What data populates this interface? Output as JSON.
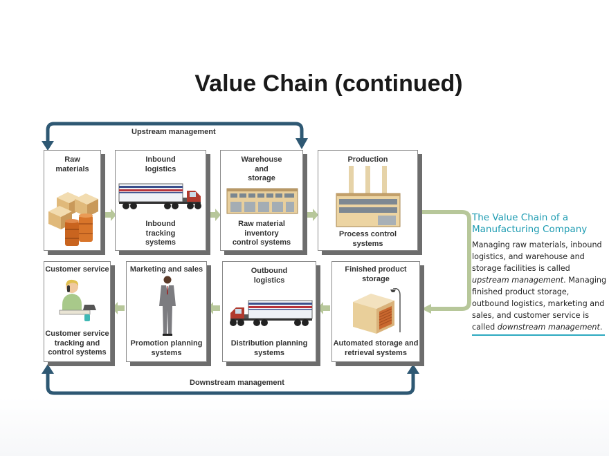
{
  "slide": {
    "title": "Value Chain (continued)"
  },
  "flows": {
    "upstream_label": "Upstream management",
    "downstream_label": "Downstream management"
  },
  "upstream_boxes": [
    {
      "title": "Raw\nmaterials",
      "caption": "",
      "icon": "crates-and-barrels-icon"
    },
    {
      "title": "Inbound\nlogistics",
      "caption": "Inbound\ntracking\nsystems",
      "icon": "truck-icon"
    },
    {
      "title": "Warehouse\nand\nstorage",
      "caption": "Raw material\ninventory\ncontrol systems",
      "icon": "warehouse-icon"
    },
    {
      "title": "Production",
      "caption": "Process control\nsystems",
      "icon": "factory-icon"
    }
  ],
  "downstream_boxes": [
    {
      "title": "Customer service",
      "caption": "Customer service\ntracking and\ncontrol systems",
      "icon": "phone-operator-icon"
    },
    {
      "title": "Marketing and sales",
      "caption": "Promotion planning\nsystems",
      "icon": "businessman-icon"
    },
    {
      "title": "Outbound\nlogistics",
      "caption": "Distribution planning\nsystems",
      "icon": "truck-icon"
    },
    {
      "title": "Finished product\nstorage",
      "caption": "Automated storage and\nretrieval systems",
      "icon": "storage-unit-icon"
    }
  ],
  "sidebar": {
    "heading": "The Value Chain of a\nManufacturing Company",
    "body_1": "Managing raw materials, inbound logistics, and warehouse and storage facilities is called ",
    "term_1": "upstream management",
    "body_2": ". Managing finished product storage, outbound logistics, marketing and sales, and customer service is called ",
    "term_2": "downstream management",
    "body_3": "."
  },
  "colors": {
    "flow_arrow": "#2e5873",
    "connector_arrow": "#b7c79a",
    "accent_teal": "#1c9bb1"
  }
}
